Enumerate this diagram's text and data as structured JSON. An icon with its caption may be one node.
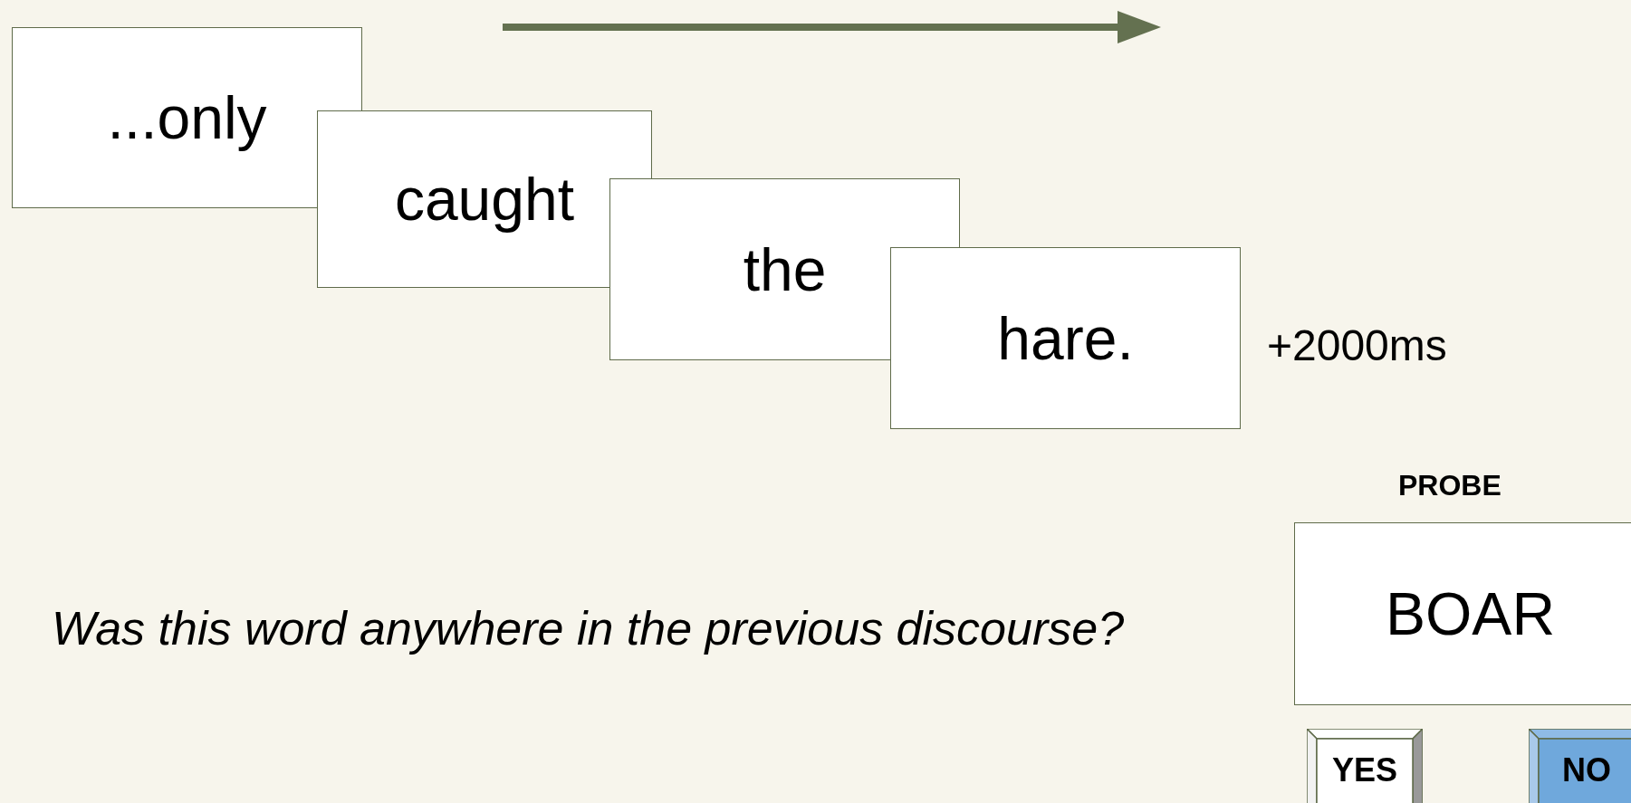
{
  "diagram": {
    "nodes": [
      {
        "text": [
          "...only"
        ]
      },
      {
        "text": [
          "caught"
        ]
      },
      {
        "text": [
          "the"
        ]
      },
      {
        "text": [
          "hare."
        ],
        "beside": [
          "+2000ms"
        ]
      },
      {
        "text": [
          "PROBE",
          "BOAR"
        ]
      },
      {
        "text": [
          "YES"
        ]
      },
      {
        "text": [
          "NO"
        ]
      }
    ],
    "labels": [
      "Was this word anywhere in the previous discourse?"
    ]
  }
}
